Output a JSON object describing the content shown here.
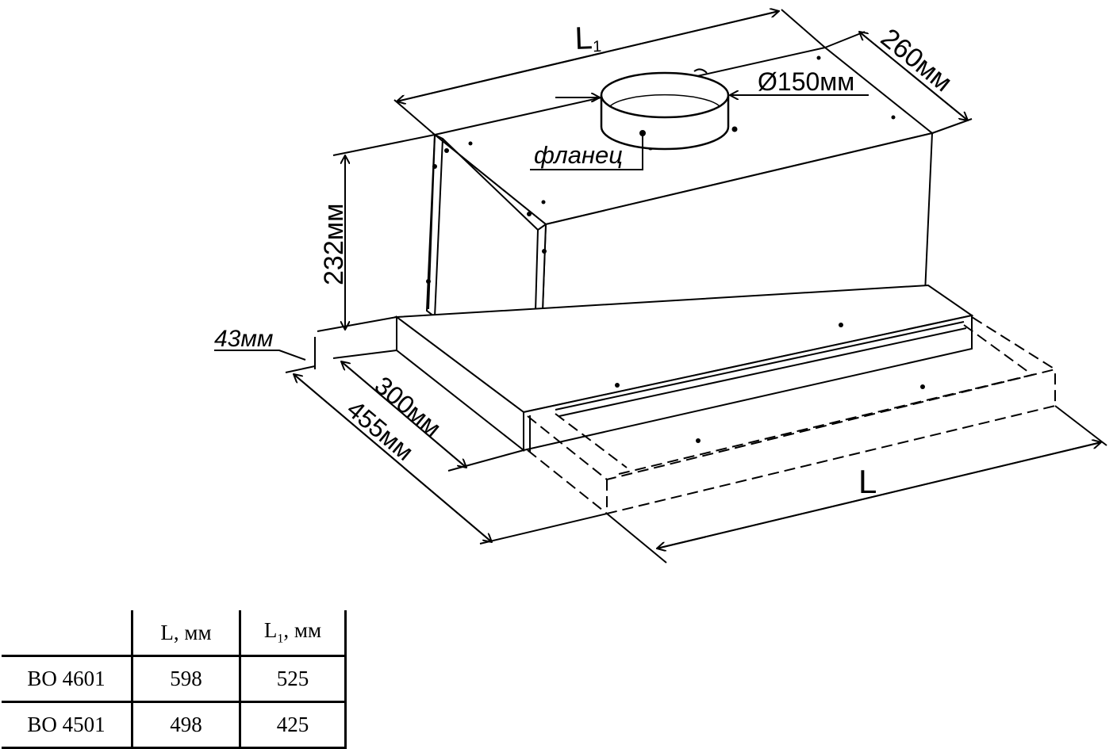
{
  "diagram": {
    "dimensions": {
      "l1": "L",
      "l1_sub": "1",
      "depth_top": "260мм",
      "diameter": "Ø150мм",
      "height": "232мм",
      "panel": "43мм",
      "depth_300": "300мм",
      "depth_455": "455мм",
      "length": "L"
    },
    "labels": {
      "flange": "фланец"
    }
  },
  "table": {
    "headers": {
      "col0": "",
      "col1": "L, мм",
      "col2_main": "L",
      "col2_sub": "1",
      "col2_unit": ", мм"
    },
    "rows": [
      {
        "model": "BO 4601",
        "l": "598",
        "l1": "525"
      },
      {
        "model": "BO 4501",
        "l": "498",
        "l1": "425"
      }
    ]
  }
}
